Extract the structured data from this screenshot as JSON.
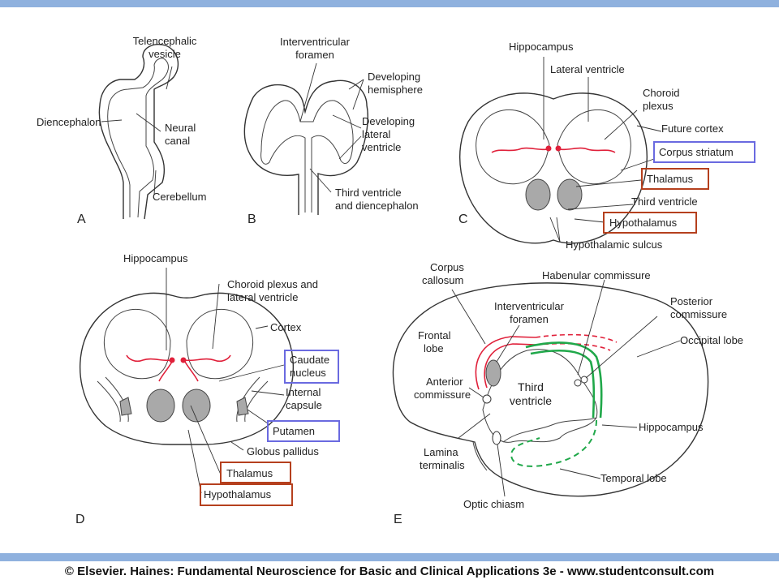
{
  "credit": "© Elsevier. Haines: Fundamental Neuroscience for Basic and Clinical Applications 3e - www.studentconsult.com",
  "panels": {
    "A": {
      "letter": "A",
      "telencephalic_1": "Telencephalic",
      "telencephalic_2": "vesicle",
      "diencephalon": "Diencephalon",
      "neural_1": "Neural",
      "neural_2": "canal",
      "cerebellum": "Cerebellum"
    },
    "B": {
      "letter": "B",
      "interventricular_1": "Interventricular",
      "interventricular_2": "foramen",
      "dev_hemisphere_1": "Developing",
      "dev_hemisphere_2": "hemisphere",
      "dev_lateral_1": "Developing",
      "dev_lateral_2": "lateral",
      "dev_lateral_3": "ventricle",
      "third_1": "Third ventricle",
      "third_2": "and diencephalon"
    },
    "C": {
      "letter": "C",
      "hippocampus": "Hippocampus",
      "lateral_ventricle": "Lateral ventricle",
      "choroid_1": "Choroid",
      "choroid_2": "plexus",
      "future_cortex": "Future cortex",
      "corpus_striatum": "Corpus striatum",
      "thalamus": "Thalamus",
      "third_ventricle": "Third ventricle",
      "hypothalamus": "Hypothalamus",
      "hypothalamic_sulcus": "Hypothalamic sulcus"
    },
    "D": {
      "letter": "D",
      "hippocampus": "Hippocampus",
      "choroid_1": "Choroid plexus and",
      "choroid_2": "lateral ventricle",
      "cortex": "Cortex",
      "caudate_1": "Caudate",
      "caudate_2": "nucleus",
      "internal_1": "Internal",
      "internal_2": "capsule",
      "putamen": "Putamen",
      "globus": "Globus pallidus",
      "thalamus": "Thalamus",
      "hypothalamus": "Hypothalamus"
    },
    "E": {
      "letter": "E",
      "corpus_1": "Corpus",
      "corpus_2": "callosum",
      "habenular": "Habenular commissure",
      "posterior_1": "Posterior",
      "posterior_2": "commissure",
      "interventricular_1": "Interventricular",
      "interventricular_2": "foramen",
      "frontal_1": "Frontal",
      "frontal_2": "lobe",
      "occipital": "Occipital lobe",
      "anterior_1": "Anterior",
      "anterior_2": "commissure",
      "third_1": "Third",
      "third_2": "ventricle",
      "hippocampus": "Hippocampus",
      "lamina_1": "Lamina",
      "lamina_2": "terminalis",
      "temporal": "Temporal lobe",
      "optic": "Optic chiasm"
    }
  },
  "colors": {
    "bar": "#8fb1de",
    "blue_box": "#6a6ae0",
    "brown_box": "#b5401e",
    "choroid_red": "#e0203a",
    "hippocampus_green": "#20a84a"
  }
}
